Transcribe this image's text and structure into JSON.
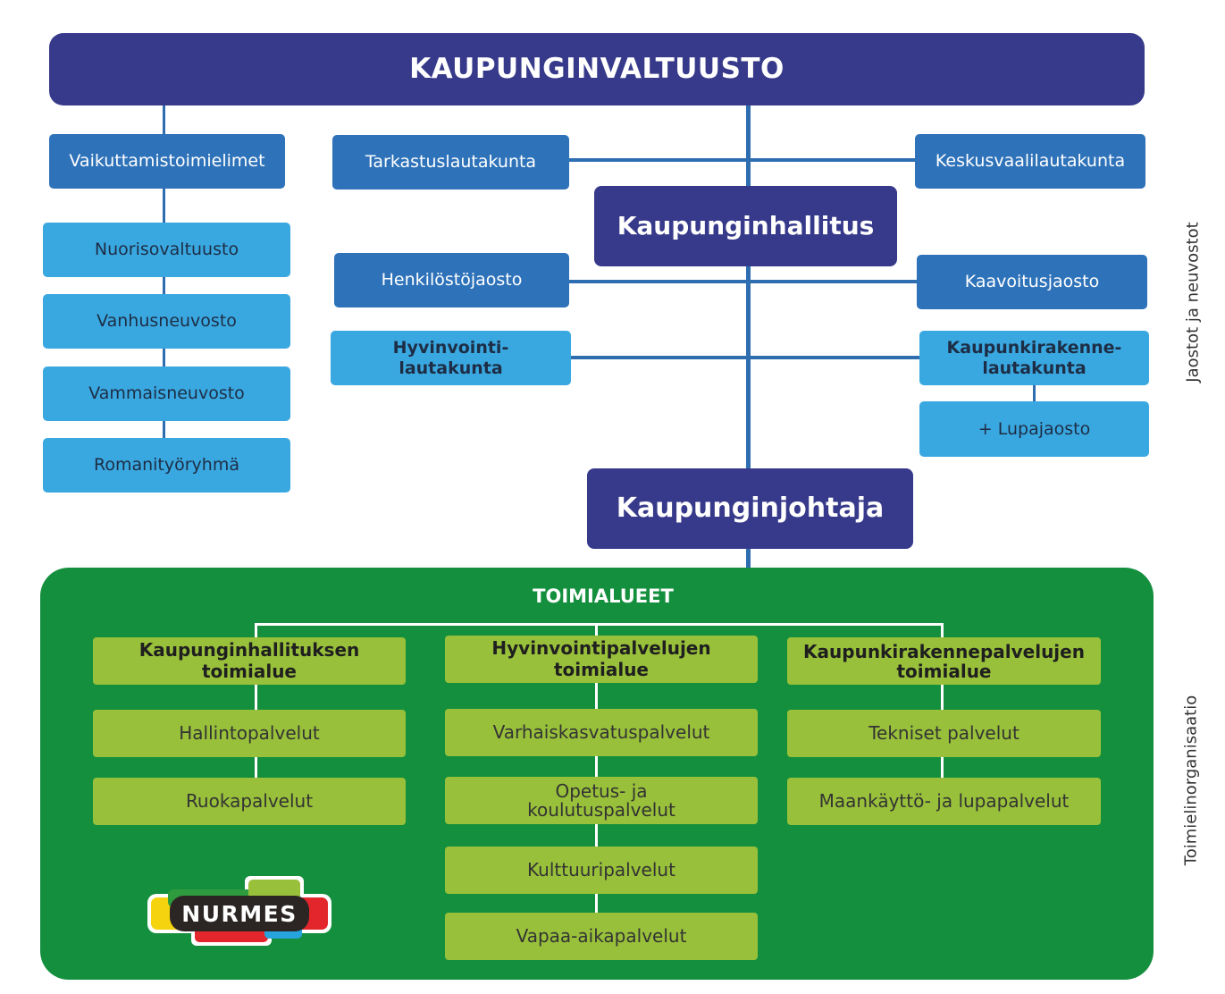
{
  "council": "KAUPUNGINVALTUUSTO",
  "influence_bodies": {
    "title": "Vaikuttamistoimielimet",
    "items": [
      "Nuorisovaltuusto",
      "Vanhusneuvosto",
      "Vammaisneuvosto",
      "Romanityöryhmä"
    ]
  },
  "committees": {
    "audit": "Tarkastuslautakunta",
    "election": "Keskusvaalilautakunta",
    "board": "Kaupunginhallitus",
    "personnel": "Henkilöstöjaosto",
    "zoning": "Kaavoitusjaosto",
    "welfare": "Hyvinvointi-\nlautakunta",
    "urban": "Kaupunkirakenne-\nlautakunta",
    "permit": "+ Lupajaosto"
  },
  "mayor": "Kaupunginjohtaja",
  "divisions": {
    "title": "TOIMIALUEET",
    "columns": [
      {
        "head": "Kaupunginhallituksen toimialue",
        "items": [
          "Hallintopalvelut",
          "Ruokapalvelut"
        ]
      },
      {
        "head": "Hyvinvointipalvelujen toimialue",
        "items": [
          "Varhaiskasvatuspalvelut",
          "Opetus- ja\nkoulutuspalvelut",
          "Kulttuuripalvelut",
          "Vapaa-aikapalvelut"
        ]
      },
      {
        "head": "Kaupunkirakennepalvelujen\ntoimialue",
        "items": [
          "Tekniset palvelut",
          "Maankäyttö- ja lupapalvelut"
        ]
      }
    ]
  },
  "side_labels": {
    "top": "Jaostot ja neuvostot",
    "bottom": "Toimielinorganisaatio"
  },
  "logo": {
    "text": "NURMES"
  }
}
